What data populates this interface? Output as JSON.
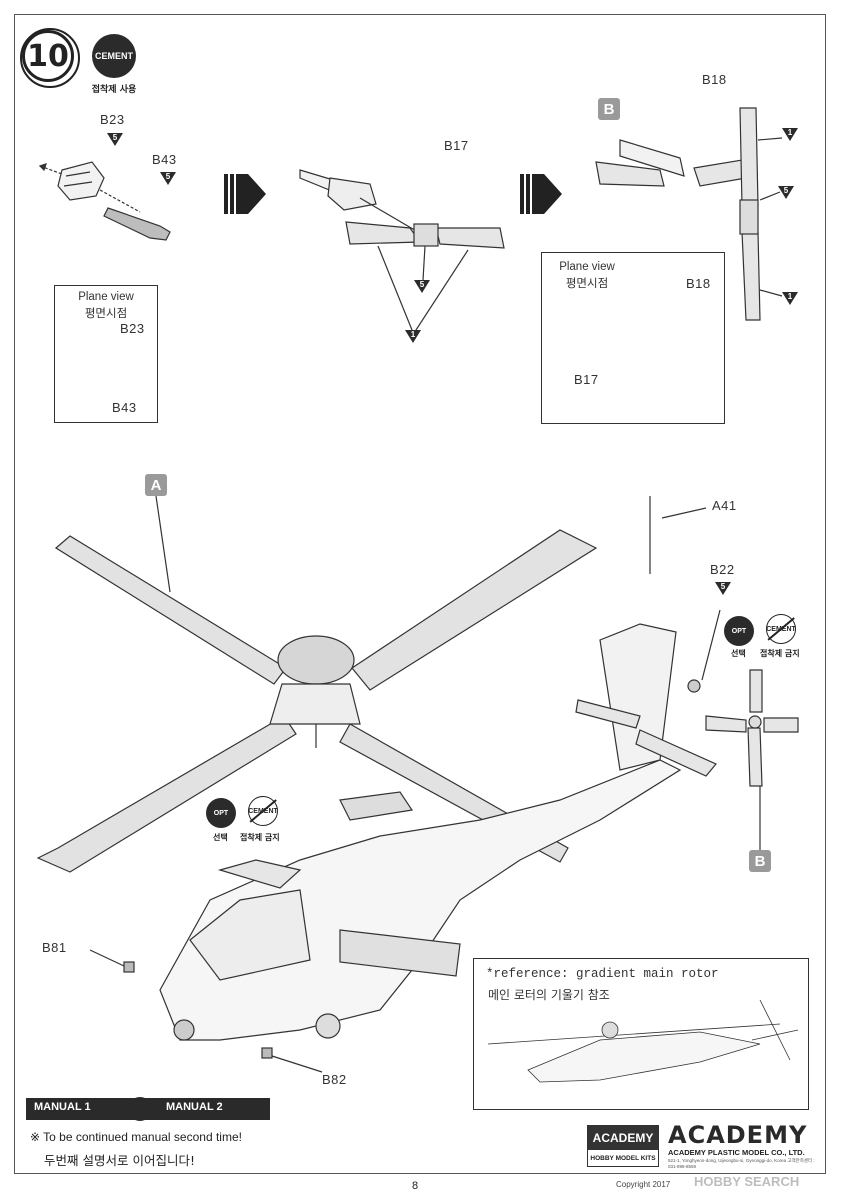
{
  "step": {
    "number": "10",
    "cement_label": "CEMENT",
    "cement_kr": "접착제 사용"
  },
  "parts": {
    "b23": "B23",
    "b43": "B43",
    "b17": "B17",
    "b18": "B18",
    "a41": "A41",
    "b22": "B22",
    "b81": "B81",
    "b82": "B82"
  },
  "qty": {
    "five": "5",
    "one": "1"
  },
  "letters": {
    "a": "A",
    "b": "B"
  },
  "plane_view": {
    "en": "Plane view",
    "kr": "평면시점"
  },
  "badges": {
    "opt": "OPT",
    "opt_kr": "선택",
    "no_cement": "CEMENT",
    "no_cement_kr": "접착제 금지"
  },
  "reference": {
    "en": "*reference: gradient main rotor",
    "kr": "메인 로터의 기울기 참조"
  },
  "manual": {
    "from": "MANUAL 1",
    "to": "MANUAL 2",
    "continue_en": "※ To be continued manual second time!",
    "continue_kr": "두번째 설명서로 이어집니다!"
  },
  "brand": {
    "box_top": "ACADEMY",
    "box_bottom": "HOBBY MODEL KITS",
    "logo": "ACADEMY",
    "company": "ACADEMY PLASTIC MODEL CO., LTD.",
    "address": "521-1, Yonghyeon-dong, Uijeongbu-si, Gyeonggi-do, Korea 고객만족센터 : 031-898-8559"
  },
  "footer": {
    "page": "8",
    "copyright": "Copyright 2017",
    "watermark": "HOBBY SEARCH"
  }
}
